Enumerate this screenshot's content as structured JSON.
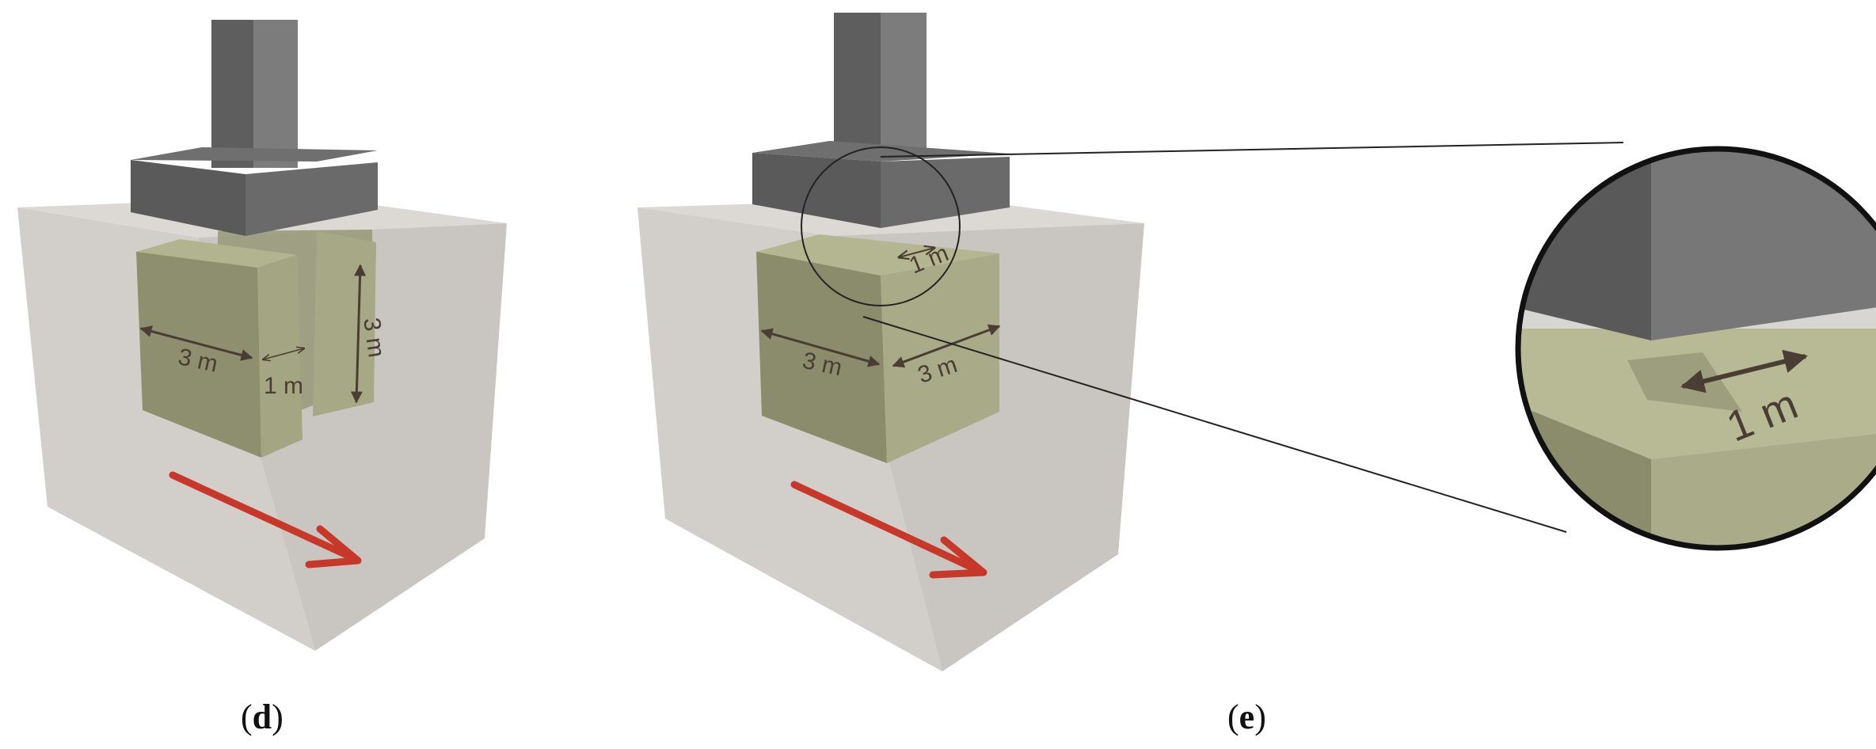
{
  "panels": [
    {
      "id": "d",
      "caption_open": "(",
      "caption_letter": "d",
      "caption_close": ")",
      "labels": {
        "width": "3 m",
        "gap": "1 m",
        "height": "3 m"
      }
    },
    {
      "id": "e",
      "caption_open": "(",
      "caption_letter": "e",
      "caption_close": ")",
      "labels": {
        "width_left": "3 m",
        "width_right": "3 m",
        "offset": "1 m"
      }
    }
  ],
  "zoom": {
    "label": "1 m"
  },
  "colors": {
    "column_dark": "#5a5a5a",
    "column_mid": "#6b6b6b",
    "column_light": "#7c7c7c",
    "soil_box": "#d4d0cc",
    "block_front": "#8a8c6c",
    "block_side": "#a8aa88",
    "block_top": "#b4b692",
    "arrow_red": "#c8382a",
    "dimension": "#4a3d33"
  }
}
